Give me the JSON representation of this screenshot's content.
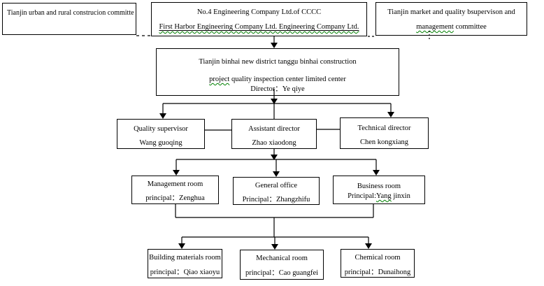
{
  "diagram_type": "organization-chart",
  "colors": {
    "background": "#ffffff",
    "box_border": "#000000",
    "connector": "#000000",
    "spellcheck_squiggle": "#008000"
  },
  "nodes": {
    "urban_committee": {
      "line1": "Tianjin urban and rural  construcion committe"
    },
    "cccc_company": {
      "line1": "No.4 Engineering Company Ltd.of CCCC",
      "line2": "First Harbor Engineering Company Ltd. Engineering Company Ltd."
    },
    "market_committee": {
      "line1": "Tianjin market and quality bsupervison and",
      "line2_word": "management",
      "line2_rest": " committee"
    },
    "inspection_center": {
      "line1": "Tianjin binhai new district tanggu binhai construction",
      "line2_word": "project",
      "line2_rest": " quality inspection center limited center",
      "line3": "Director：Ye qiye"
    },
    "quality_supervisor": {
      "line1": "Quality supervisor",
      "line2": "Wang guoqing"
    },
    "assistant_director": {
      "line1": "Assistant director",
      "line2": "Zhao xiaodong"
    },
    "technical_director": {
      "line1": "Technical director",
      "line2": "Chen kongxiang"
    },
    "management_room": {
      "line1": "Management room",
      "line2": "principal：Zenghua"
    },
    "general_office": {
      "line1": "General office",
      "line2": "Principal：Zhangzhifu"
    },
    "business_room": {
      "line1": "Business room",
      "line2_pre": "Principal:",
      "line2_word": "Yang",
      "line2_rest": " jinxin"
    },
    "building_materials_room": {
      "line1": "Building materials room",
      "line2": "principal：Qiao xiaoyu"
    },
    "mechanical_room": {
      "line1": "Mechanical room",
      "line2": "principal：Cao guangfei"
    },
    "chemical_room": {
      "line1": "Chemical room",
      "line2": "principal：Dunaihong"
    }
  }
}
